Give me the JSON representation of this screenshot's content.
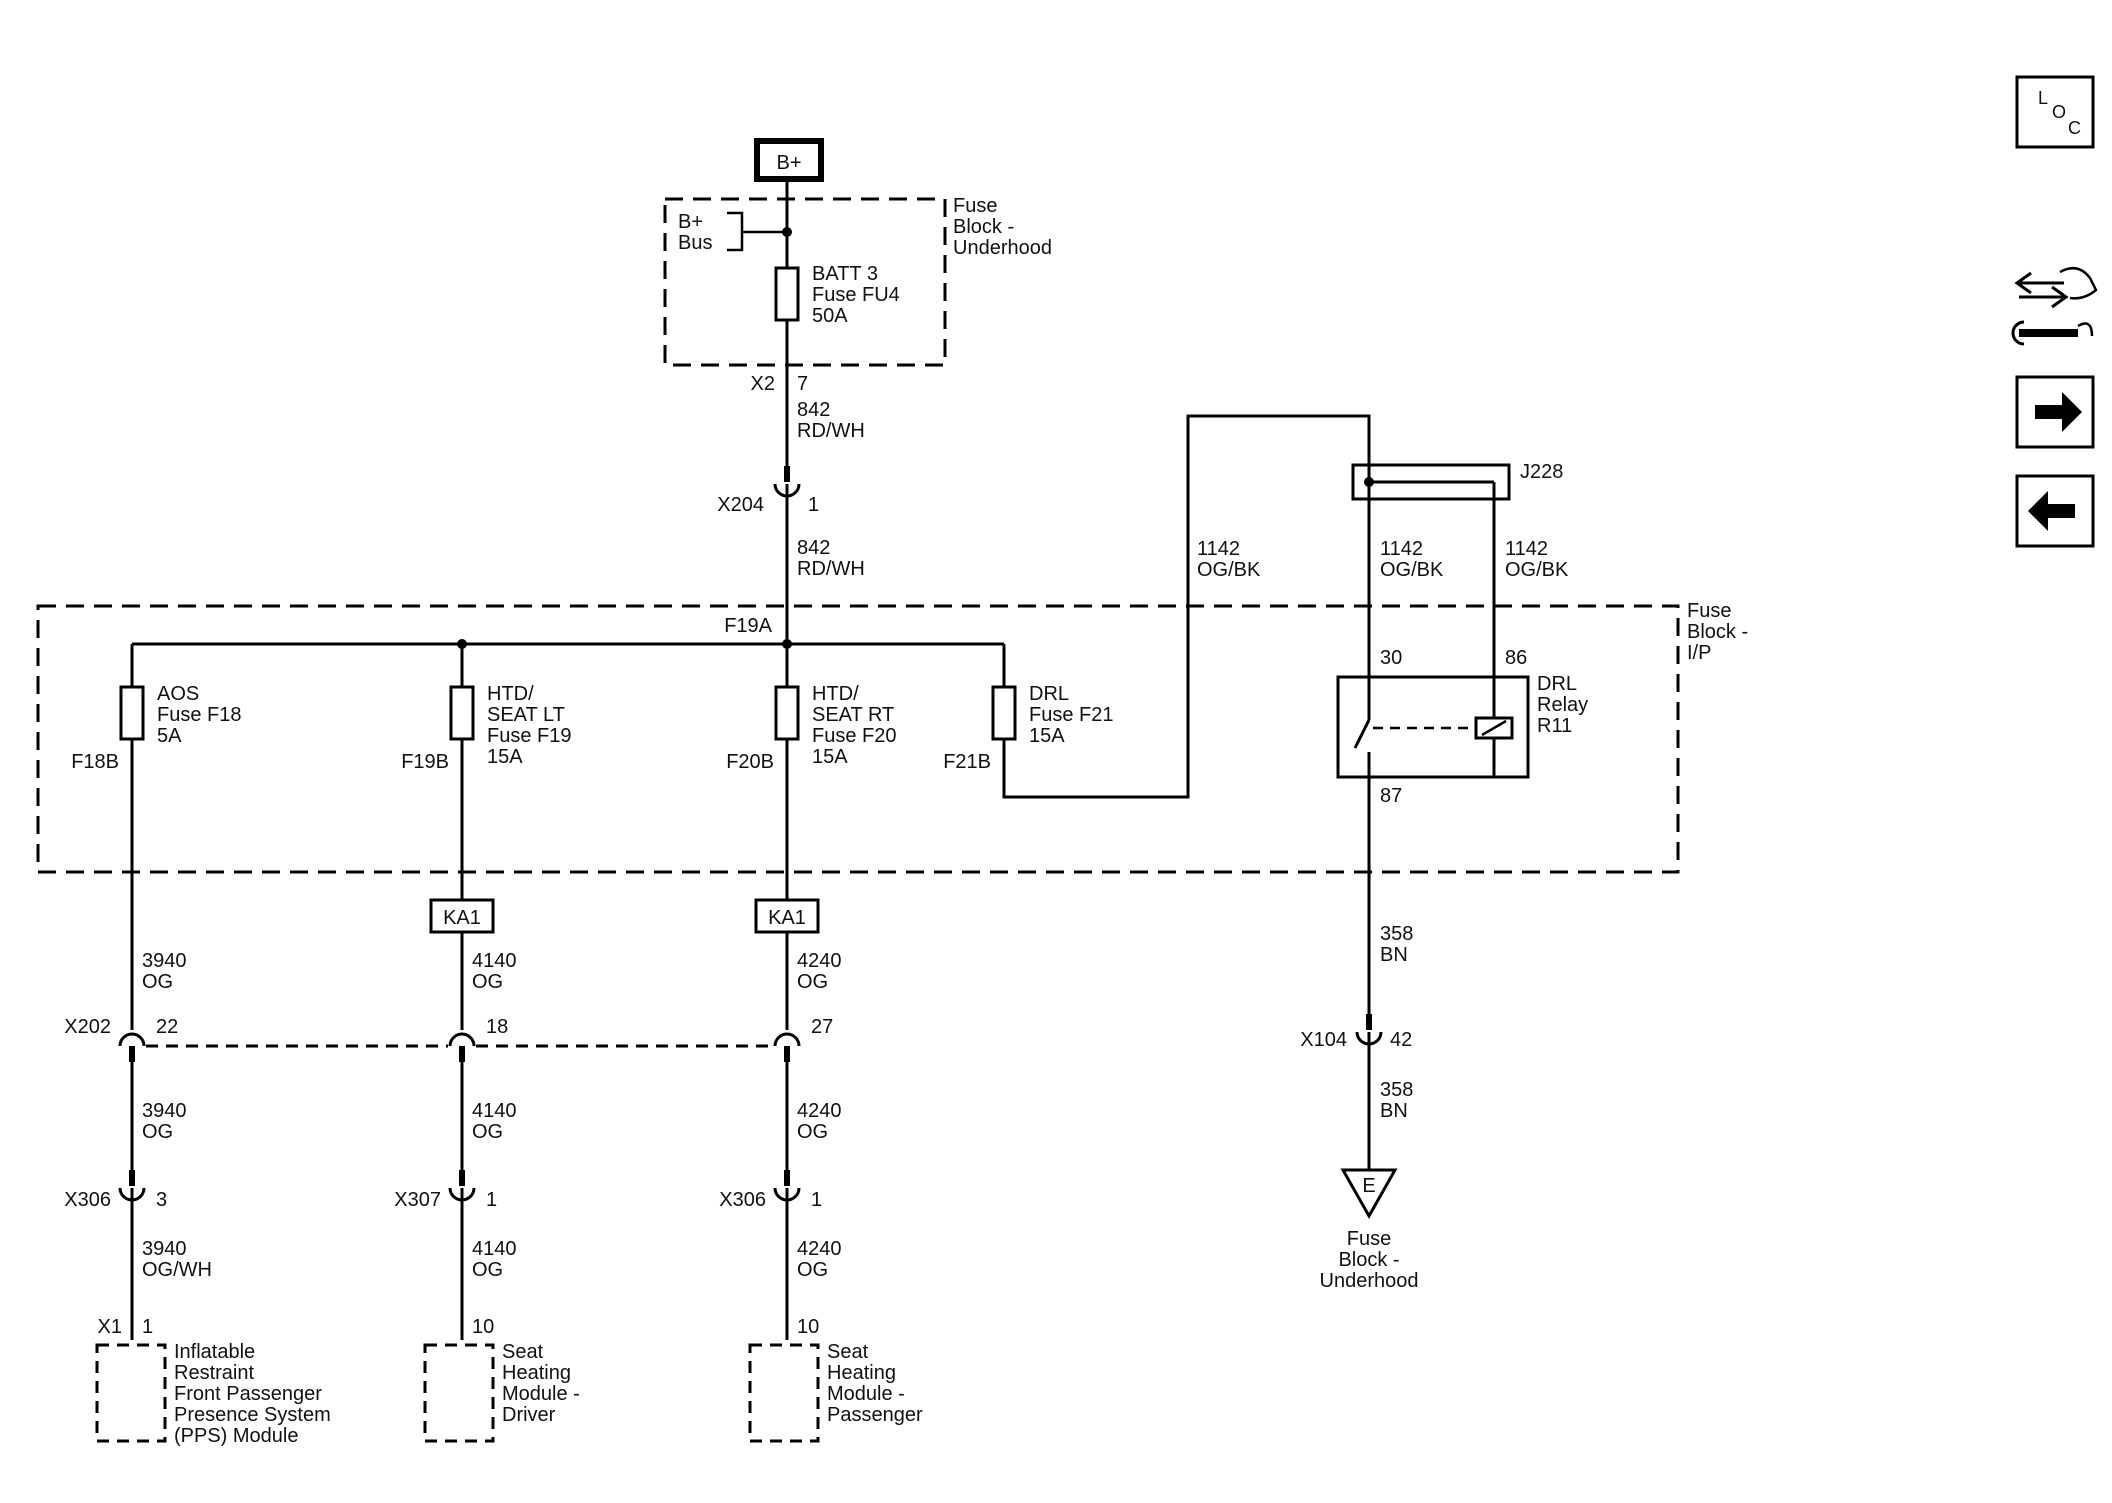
{
  "top": {
    "bplus": "B+",
    "fuse_block_title": [
      "Fuse",
      "Block -",
      "Underhood"
    ],
    "bus_label": [
      "B+",
      "Bus"
    ],
    "batt_fuse": [
      "BATT 3",
      "Fuse FU4",
      "50A"
    ],
    "x2": "X2",
    "x2_pin": "7",
    "wire_842a": [
      "842",
      "RD/WH"
    ],
    "x204": "X204",
    "x204_pin": "1",
    "wire_842b": [
      "842",
      "RD/WH"
    ]
  },
  "ip_block": {
    "f19a": "F19A",
    "title": [
      "Fuse",
      "Block -",
      "I/P"
    ],
    "fuses": [
      {
        "label": [
          "AOS",
          "Fuse F18",
          "5A"
        ],
        "terminal": "F18B"
      },
      {
        "label": [
          "HTD/",
          "SEAT LT",
          "Fuse F19",
          "15A"
        ],
        "terminal": "F19B"
      },
      {
        "label": [
          "HTD/",
          "SEAT RT",
          "Fuse F20",
          "15A"
        ],
        "terminal": "F20B"
      },
      {
        "label": [
          "DRL",
          "Fuse F21",
          "15A"
        ],
        "terminal": "F21B"
      }
    ],
    "relay_label": [
      "DRL",
      "Relay",
      "R11"
    ],
    "relay_pin30": "30",
    "relay_pin86": "86",
    "relay_pin87": "87"
  },
  "drl": {
    "wire_1142_a": [
      "1142",
      "OG/BK"
    ],
    "wire_1142_b": [
      "1142",
      "OG/BK"
    ],
    "wire_1142_c": [
      "1142",
      "OG/BK"
    ],
    "j228": "J228",
    "wire_358a": [
      "358",
      "BN"
    ],
    "x104": "X104",
    "x104_pin": "42",
    "wire_358b": [
      "358",
      "BN"
    ],
    "ground_letter": "E",
    "ground_label": [
      "Fuse",
      "Block -",
      "Underhood"
    ]
  },
  "ka1_left": "KA1",
  "ka1_right": "KA1",
  "x202": "X202",
  "branches": [
    {
      "wire_top": [
        "3940",
        "OG"
      ],
      "x202_pin": "22",
      "wire_mid": [
        "3940",
        "OG"
      ],
      "conn": "X306",
      "conn_pin": "3",
      "wire_bot": [
        "3940",
        "OG/WH"
      ],
      "mod_conn": "X1",
      "mod_pin": "1",
      "module": [
        "Inflatable",
        "Restraint",
        "Front Passenger",
        "Presence System",
        "(PPS) Module"
      ]
    },
    {
      "wire_top": [
        "4140",
        "OG"
      ],
      "x202_pin": "18",
      "wire_mid": [
        "4140",
        "OG"
      ],
      "conn": "X307",
      "conn_pin": "1",
      "wire_bot": [
        "4140",
        "OG"
      ],
      "mod_pin": "10",
      "module": [
        "Seat",
        "Heating",
        "Module -",
        "Driver"
      ]
    },
    {
      "wire_top": [
        "4240",
        "OG"
      ],
      "x202_pin": "27",
      "wire_mid": [
        "4240",
        "OG"
      ],
      "conn": "X306",
      "conn_pin": "1",
      "wire_bot": [
        "4240",
        "OG"
      ],
      "mod_pin": "10",
      "module": [
        "Seat",
        "Heating",
        "Module -",
        "Passenger"
      ]
    }
  ],
  "nav": {
    "loc_l": "L",
    "loc_o": "O",
    "loc_c": "C"
  }
}
